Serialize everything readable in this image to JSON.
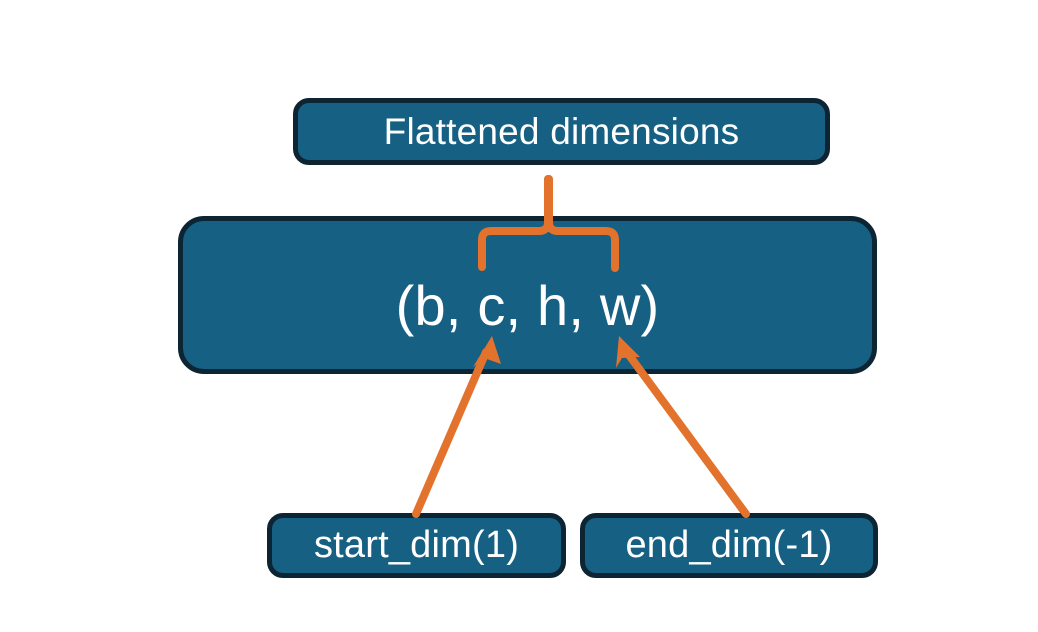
{
  "diagram": {
    "title_node": {
      "label": "Flattened dimensions",
      "name": "flattened-dimensions-box"
    },
    "shape_node": {
      "label": "(b, c, h, w)",
      "name": "tensor-shape-box",
      "dims": [
        "b",
        "c",
        "h",
        "w"
      ]
    },
    "param_nodes": [
      {
        "label": "start_dim(1)",
        "name": "start-dim-box",
        "value": 1
      },
      {
        "label": "end_dim(-1)",
        "name": "end-dim-box",
        "value": -1
      }
    ],
    "connectors": [
      {
        "name": "brace-to-flattened",
        "kind": "curly-brace-up",
        "from": "tensor-shape-box",
        "to": "flattened-dimensions-box",
        "spans_dims": [
          "c",
          "h",
          "w"
        ]
      },
      {
        "name": "start-dim-arrow",
        "kind": "arrow",
        "from": "start-dim-box",
        "to": "tensor-shape-box",
        "points_at_dim": "c"
      },
      {
        "name": "end-dim-arrow",
        "kind": "arrow",
        "from": "end-dim-box",
        "to": "tensor-shape-box",
        "points_at_dim": "w"
      }
    ],
    "colors": {
      "box_fill": "#166084",
      "box_border": "#0d2433",
      "box_text": "#ffffff",
      "connector": "#e2722c",
      "background": "#ffffff"
    }
  }
}
